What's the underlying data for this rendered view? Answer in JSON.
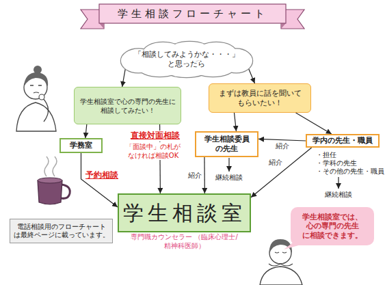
{
  "diagram": {
    "title": "学生相談フローチャート",
    "nodes": [
      {
        "text": [
          "「相談してみようかな・・・」 と思ったら"
        ]
      },
      {
        "text": [
          "学生相談室で心の専門の先生に 相談してみたい！"
        ]
      },
      {
        "text": [
          "まずは教員に話を聞いて もらいたい！"
        ]
      },
      {
        "text": [
          "学務室"
        ]
      },
      {
        "text": [
          "学生相談委員 の先生"
        ]
      },
      {
        "text": [
          "学内の先生・職員"
        ]
      },
      {
        "text": [
          "学生相談室",
          "専門職カウンセラー （臨床心理士/精神科医師）"
        ]
      },
      {
        "text": [
          "電話相談用のフローチャート は最終ページに載っています。"
        ]
      },
      {
        "text": [
          "学生相談室では、 心の専門の先生 に相談できます。"
        ]
      }
    ],
    "edges": [
      {
        "from": 0,
        "to": 1,
        "arrow": "to"
      },
      {
        "from": 0,
        "to": 2,
        "arrow": "to"
      },
      {
        "from": 1,
        "to": 3,
        "arrow": "to"
      },
      {
        "from": 1,
        "to": 6,
        "arrow": "to",
        "label": "直接対面相談"
      },
      {
        "from": 3,
        "to": 6,
        "arrow": "to",
        "label": "予約相談"
      },
      {
        "from": 2,
        "to": 4,
        "arrow": "to"
      },
      {
        "from": 2,
        "to": 5,
        "arrow": "to"
      },
      {
        "from": 5,
        "to": 4,
        "arrow": "to",
        "label": "紹介"
      },
      {
        "from": 4,
        "to": 6,
        "arrow": "to",
        "label": "紹介"
      },
      {
        "from": 5,
        "to": 6,
        "arrow": "to",
        "label": "紹介"
      }
    ],
    "labels": [
      "「面談中」の札が なければ相談OK",
      "継続相談",
      "・担任",
      "・学科の先生",
      "・その他の先生・職員",
      "継続相談"
    ]
  }
}
